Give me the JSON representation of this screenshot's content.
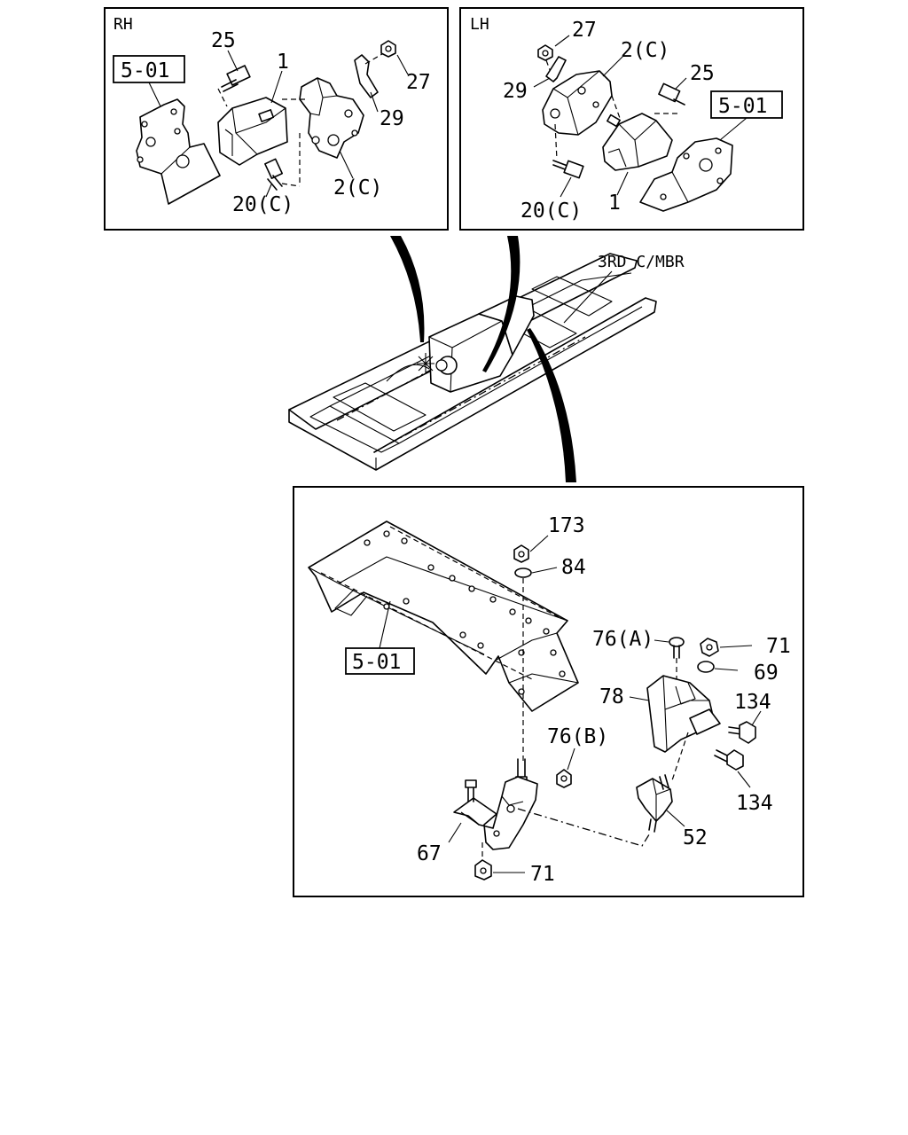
{
  "panels": {
    "rh": {
      "title": "RH",
      "ref_box": "5-01",
      "callouts": {
        "c25": "25",
        "c1": "1",
        "c27": "27",
        "c29": "29",
        "c2c": "2(C)",
        "c20c": "20(C)"
      }
    },
    "lh": {
      "title": "LH",
      "ref_box": "5-01",
      "callouts": {
        "c27": "27",
        "c2c": "2(C)",
        "c29": "29",
        "c25": "25",
        "c20c": "20(C)",
        "c1": "1"
      }
    },
    "lower": {
      "ref_box": "5-01",
      "callouts": {
        "c173": "173",
        "c84": "84",
        "c76a": "76(A)",
        "c71a": "71",
        "c69": "69",
        "c78": "78",
        "c134a": "134",
        "c76b": "76(B)",
        "c134b": "134",
        "c52": "52",
        "c67": "67",
        "c71b": "71"
      }
    }
  },
  "frame": {
    "label": "3RD C/MBR"
  }
}
